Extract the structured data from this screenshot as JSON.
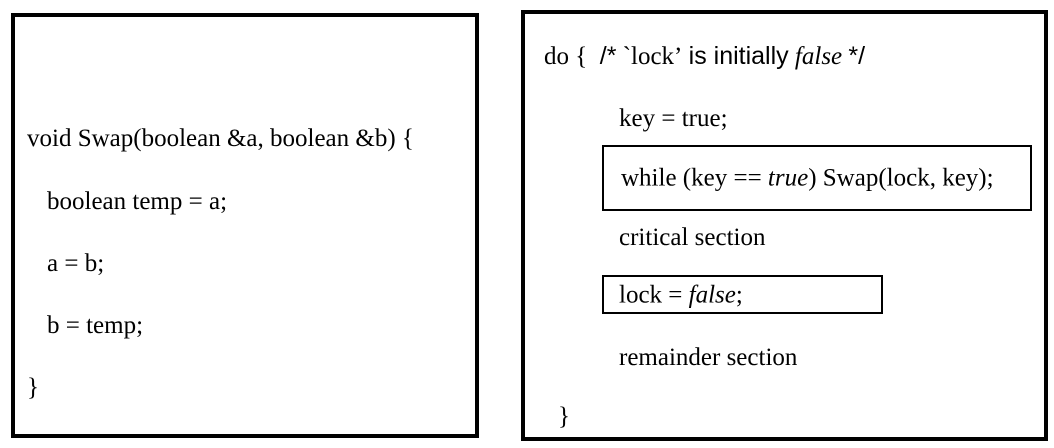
{
  "figure": {
    "kind": "code-listing-pair",
    "background_color": "#ffffff",
    "ink_color": "#000000"
  },
  "left_panel": {
    "name": "swap-procedure",
    "lines": {
      "signature": "void Swap(boolean &a, boolean &b) {",
      "declare_temp": "boolean temp = a;",
      "assign_a": "a = b;",
      "assign_b": "b = temp;",
      "close_brace": "}"
    }
  },
  "right_panel": {
    "name": "mutual-exclusion-with-swap",
    "lines": {
      "do_keyword": "do {",
      "comment_open": "/*",
      "comment_variable": "`lock’",
      "comment_middle": "is initially",
      "comment_value": "false",
      "comment_close": "*/",
      "key_assign": "key = true;",
      "while_prefix": "while (key ==",
      "while_value": "true",
      "while_suffix": ") Swap(lock, key);",
      "critical_section": "critical section",
      "lock_prefix": "lock =",
      "lock_value": "false",
      "lock_suffix": ";",
      "remainder_section": "remainder section",
      "close_brace": "}"
    },
    "highlight_boxes": [
      {
        "id": "box-while",
        "label": "while-swap-highlight"
      },
      {
        "id": "box-lock",
        "label": "lock-release-highlight"
      }
    ]
  }
}
